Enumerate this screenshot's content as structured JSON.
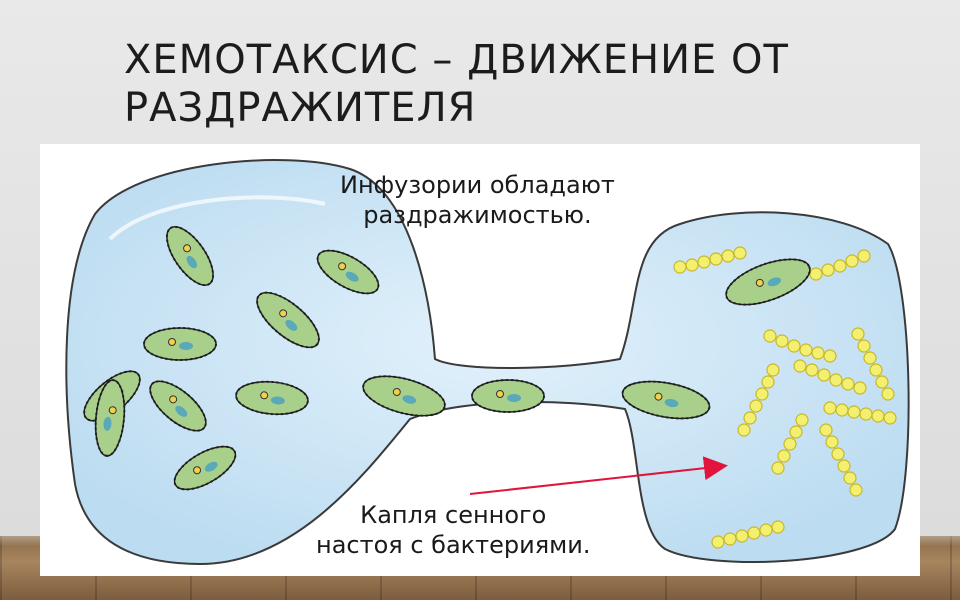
{
  "slide": {
    "title_line1": "ХЕМОТАКСИС – ДВИЖЕНИЕ ОТ",
    "title_line2": "РАЗДРАЖИТЕЛЯ"
  },
  "diagram": {
    "caption_top_line1": "Инфузории обладают",
    "caption_top_line2": "раздражимостью.",
    "caption_bottom_line1": "Капля сенного",
    "caption_bottom_line2": "настоя с бактериями."
  },
  "colors": {
    "drop_fill": "#cfe6f6",
    "drop_stroke": "#3a3a3a",
    "ciliate_fill": "#a9d08b",
    "bacteria_fill": "#f2f06e",
    "arrow": "#e0143c"
  }
}
